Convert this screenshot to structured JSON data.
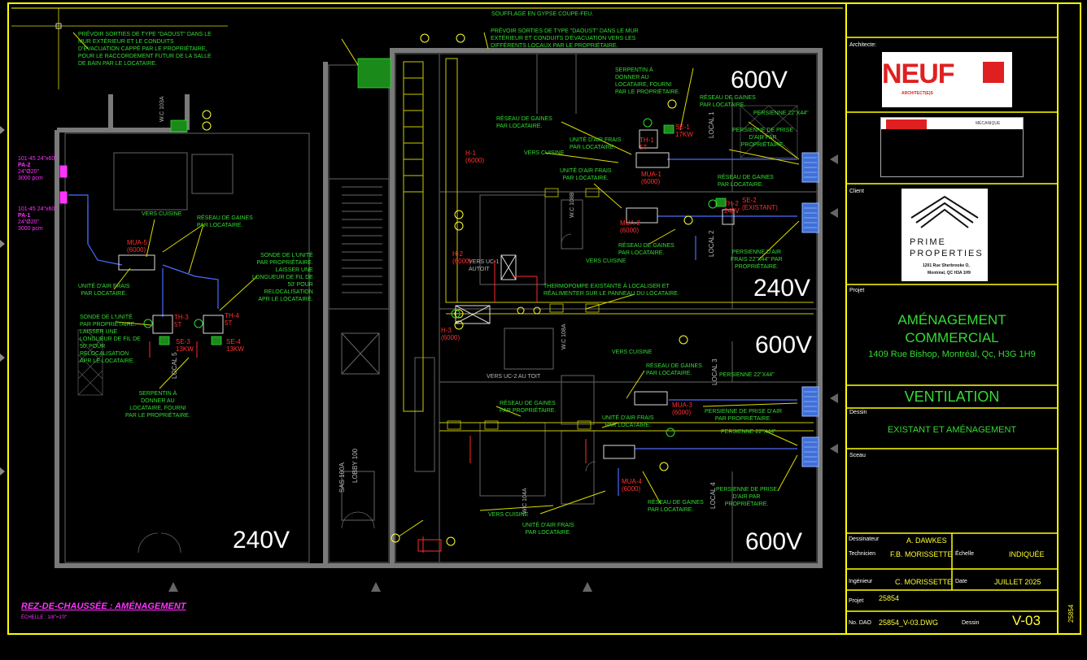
{
  "colors": {
    "background": "#000000",
    "frame": "#ffff00",
    "walls": "#808080",
    "notes": "#33dd33",
    "equipment_red": "#ff2222",
    "ducts_blue": "#4060ff",
    "title_magenta": "#ff33ff",
    "white_text": "#ffffff"
  },
  "voltage_labels": {
    "top_right": "600V",
    "mid_right_240": "240V",
    "mid_right_600": "600V",
    "bottom_left": "240V",
    "bottom_right": "600V"
  },
  "title_block": {
    "architect_label": "Architecte:",
    "architect_logo_text": "NEUF",
    "architect_logo_sub": "ARCHITECT(E)S",
    "engineer_logo_text": "MÉCANIQUE",
    "client_label": "Client",
    "client_name_line1": "PRIME",
    "client_name_line2": "PROPERTIES",
    "client_address1": "1201 Rue Sherbrooke O,",
    "client_address2": "Montréal, QC H3A 1H9",
    "project_label": "Projet",
    "project_title1": "AMÉNAGEMENT",
    "project_title2": "COMMERCIAL",
    "project_address": "1409 Rue Bishop, Montréal, Qc, H3G 1H9",
    "discipline": "VENTILATION",
    "drawing_label": "Dessin",
    "drawing_title": "EXISTANT ET AMÉNAGEMENT",
    "seal_label": "Sceau",
    "drafter_label": "Dessinateur",
    "drafter": "A. DAWKES",
    "technician_label": "Technicien",
    "technician": "F.B. MORISSETTE",
    "scale_label": "Échelle",
    "scale": "INDIQUÉE",
    "engineer_label": "Ingénieur",
    "engineer": "C. MORISSETTE",
    "date_label": "Date",
    "date": "JUILLET 2025",
    "project_no_label": "Projet",
    "project_no": "25854",
    "dao_label": "No. DAO",
    "dao": "25854_V-03.DWG",
    "sheet_label": "Dessin",
    "sheet": "V-03",
    "side_number": "25854"
  },
  "plan": {
    "title": "REZ-DE-CHAUSSÉE : AMÉNAGEMENT",
    "scale_note": "ÉCHELLE : 1/8\"=1'0\""
  },
  "notes": {
    "top_left": [
      "PRÉVOIR SORTIES DE TYPE \"DAOUST\" DANS LE",
      "MUR EXTÉRIEUR ET LE CONDUITS",
      "D'ÉVACUATION CAPPÉ PAR LE PROPRIÉTAIRE,",
      "POUR LE RACCORDEMENT FUTUR DE LA SALLE",
      "DE BAIN PAR LE LOCATAIRE."
    ],
    "top_center": [
      "PRÉVOIR SORTIES DE TYPE \"DAOUST\" DANS LE MUR",
      "EXTÉRIEUR ET CONDUITS D'ÉVACUATION VERS LES",
      "DIFFÉRENTS LOCAUX PAR LE PROPRIÉTAIRE."
    ],
    "top_soufflage": "SOUFFLAGE EN GYPSE COUPE-FEU.",
    "serpentin_top": [
      "SERPENTIN À",
      "DONNER AU",
      "LOCATAIRE, FOURNI",
      "PAR LE PROPRIÉTAIRE."
    ],
    "reseau_gaines_1": [
      "RÉSEAU DE GAINES",
      "PAR LOCATAIRE."
    ],
    "vers_cuisine": "VERS CUISINE",
    "unite_air_frais": [
      "UNITÉ D'AIR FRAIS",
      "PAR LOCATAIRE."
    ],
    "sonde_unite_1": [
      "SONDE DE L'UNITÉ",
      "PAR PROPRIÉTAIRE.",
      "LAISSER UNE",
      "LONGUEUR DE FIL DE",
      "50' POUR",
      "RELOCALISATION",
      "APR LE LOCATAIRE."
    ],
    "sonde_unite_2": [
      "SONDE DE L'UNITÉ",
      "PAR PROPRIÉTAIRE.",
      "LAISSER UNE",
      "LONGUEUR DE FIL DE",
      "50' POUR",
      "RELOCALISATION",
      "APR LE LOCATAIRE."
    ],
    "serpentin_left": [
      "SERPENTIN À",
      "DONNER AU",
      "LOCATAIRE, FOURNI",
      "PAR LE PROPRIÉTAIRE."
    ],
    "persienne_1": "PERSIENNE 22\"X44\"",
    "persienne_prise_1": [
      "PERSIENNE DE PRISE",
      "D'AIR PAR",
      "PROPRIÉTAIRE."
    ],
    "persienne_prise_2": [
      "PERSIENNE D'AIR",
      "FRAIS 22\"X44\" PAR",
      "PROPRIÉTAIRE."
    ],
    "thermopompe": [
      "THERMOPOMPE EXISTANTE À LOCALISER ET",
      "RÉALIMENTER SUR LE PANNEAU DU LOCATAIRE."
    ],
    "vers_uc": [
      "VERS UC-1",
      "AUTOIT"
    ],
    "vers_uc2": "VERS UC-2 AU TOIT",
    "reseau_proprietaire": [
      "RÉSEAU DE GAINES",
      "PAR PROPRIÉTAIRE."
    ],
    "persienne_3": "PERSIENNE 22\"X44\"",
    "persienne_prise_3": [
      "PERSIENNE DE PRISE D'AIR",
      "PAR PROPRIÉTAIRE."
    ],
    "persienne_4": "PERSIENNE 22\"X44\"",
    "persienne_prise_4": [
      "PERSIENNE DE PRISE",
      "D'AIR PAR",
      "PROPRIÉTAIRE."
    ],
    "pa2": [
      "101-45 24\"x60\"",
      "PA-2",
      "24\"Ø20\"",
      "3000 pcm"
    ],
    "pa1": [
      "101-45 24\"x60\"",
      "PA-1",
      "24\"Ø20\"",
      "3000 pcm"
    ]
  },
  "equipment": [
    {
      "tag": "MUA-1",
      "value": "(6000)"
    },
    {
      "tag": "MUA-2",
      "value": "(6000)"
    },
    {
      "tag": "MUA-3",
      "value": "(6000)"
    },
    {
      "tag": "MUA-4",
      "value": "(6000)"
    },
    {
      "tag": "MUA-5",
      "value": "(6000)"
    },
    {
      "tag": "H-1",
      "value": "(6000)"
    },
    {
      "tag": "H-2",
      "value": "(6000)"
    },
    {
      "tag": "H-3",
      "value": "(6000)"
    },
    {
      "tag": "TH-1",
      "value": "5T"
    },
    {
      "tag": "TH-2",
      "value": "240V"
    },
    {
      "tag": "TH-3",
      "value": "5T"
    },
    {
      "tag": "TH-4",
      "value": "5T"
    },
    {
      "tag": "SE-1",
      "value": "17KW"
    },
    {
      "tag": "SE-2",
      "value": "(EXISTANT)"
    },
    {
      "tag": "SE-3",
      "value": "13KW"
    },
    {
      "tag": "SE-4",
      "value": "13KW"
    }
  ],
  "rooms": [
    "W.C 108A",
    "W.C 108B",
    "W.C 103A",
    "W.C 104A",
    "LOBBY 100",
    "SAS 100A",
    "LOCAL 1",
    "LOCAL 2",
    "LOCAL 3",
    "LOCAL 4",
    "LOCAL 5"
  ]
}
